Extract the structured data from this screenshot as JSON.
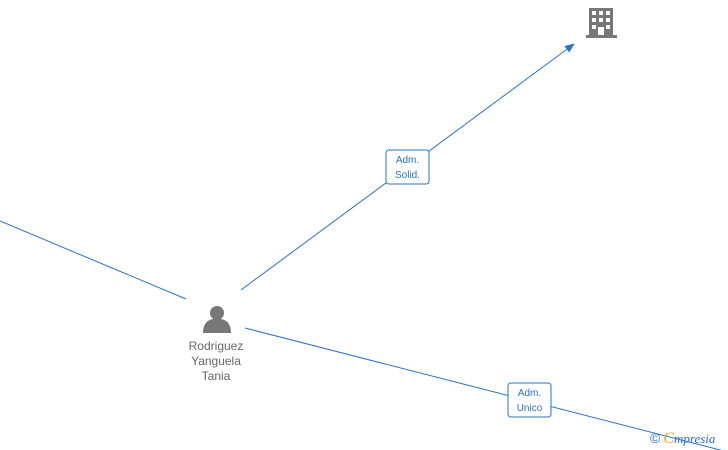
{
  "colors": {
    "edge": "#2a72c8",
    "node_icon": "#777777",
    "label_text": "#2a72c8",
    "name_text": "#666666",
    "brand_accent": "#f0a020"
  },
  "nodes": {
    "company": {
      "icon": "building-icon"
    },
    "person": {
      "icon": "person-icon",
      "name_lines": [
        "Rodriguez",
        "Yanguela",
        "Tania"
      ]
    }
  },
  "edges": [
    {
      "id": "edge-left",
      "label_lines": []
    },
    {
      "id": "edge-company",
      "label_lines": [
        "Adm.",
        "Solid."
      ]
    },
    {
      "id": "edge-right",
      "label_lines": [
        "Adm.",
        "Unico"
      ]
    }
  ],
  "watermark": {
    "copyright": "©",
    "brand_first": "C",
    "brand_rest": "mpresia"
  }
}
